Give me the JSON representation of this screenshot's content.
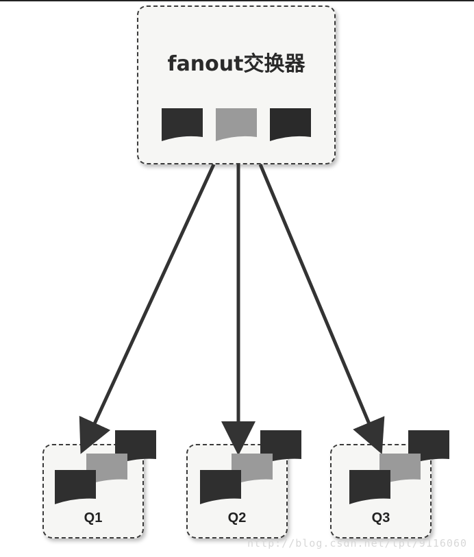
{
  "exchange": {
    "title": "fanout交换器",
    "message_colors": [
      "#2f2f2f",
      "#9a9a9a",
      "#2a2a2a"
    ]
  },
  "queues": [
    {
      "label": "Q1"
    },
    {
      "label": "Q2"
    },
    {
      "label": "Q3"
    }
  ],
  "watermark": "http://blog.csdn.net/lpl/9116060",
  "colors": {
    "dark_message": "#2f2f2f",
    "light_message": "#9a9a9a",
    "arrow": "#333333"
  }
}
